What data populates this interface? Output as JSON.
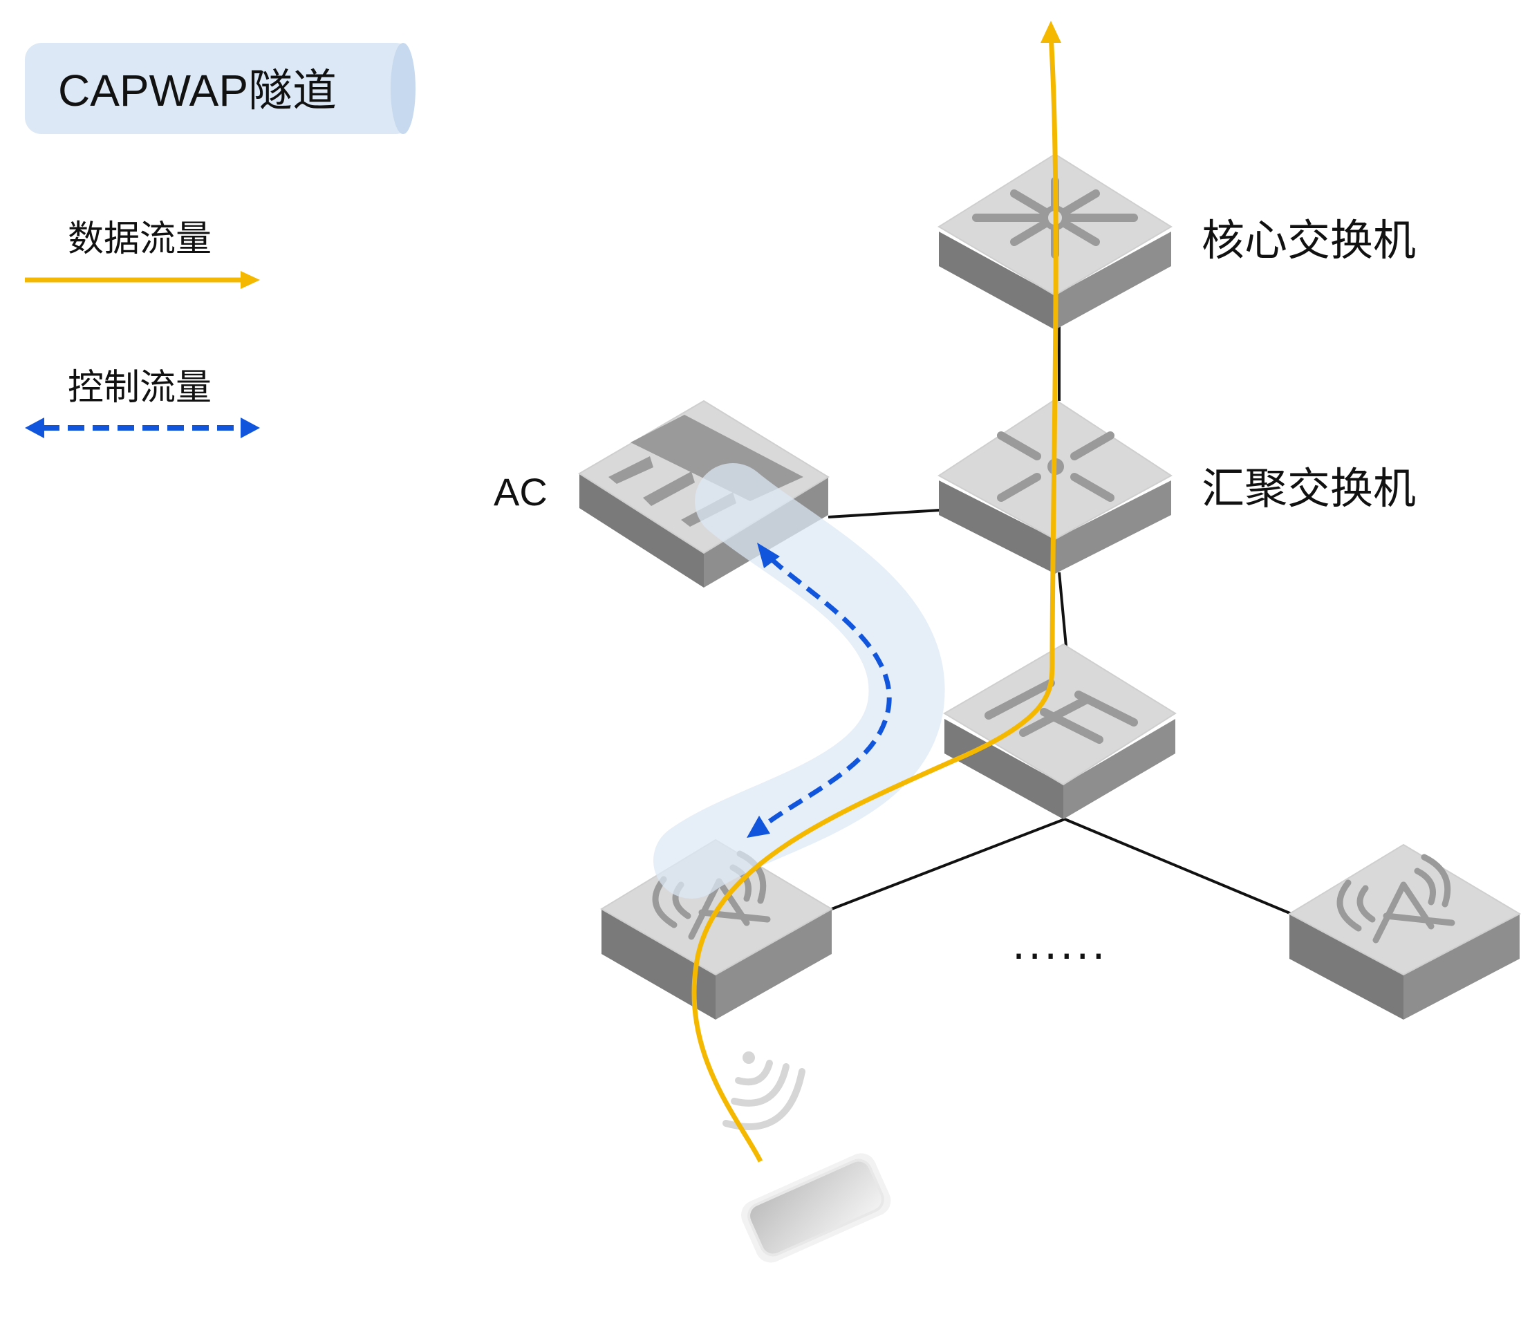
{
  "legend": {
    "tunnel_label": "CAPWAP隧道",
    "data_flow_label": "数据流量",
    "control_flow_label": "控制流量"
  },
  "devices": {
    "core_switch_label": "核心交换机",
    "aggregation_switch_label": "汇聚交换机",
    "ac_label": "AC",
    "ellipsis": "......"
  },
  "colors": {
    "data_flow": "#F5B800",
    "control_flow": "#1155DD",
    "tunnel": "#DCE8F5",
    "device_top": "#D9D9D9",
    "device_side": "#808080",
    "device_icon": "#9A9A9A",
    "link": "#111111"
  }
}
